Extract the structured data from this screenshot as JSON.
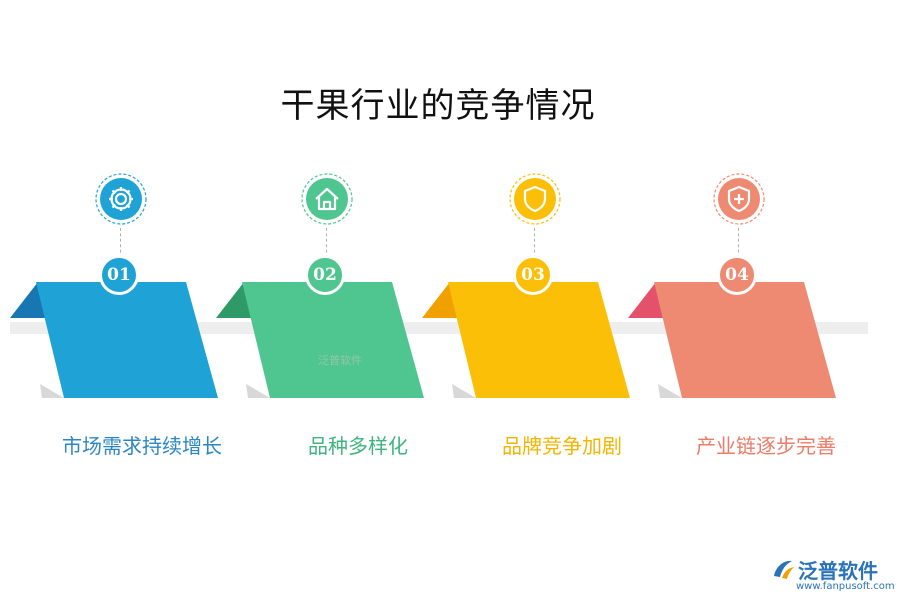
{
  "title": "干果行业的竞争情况",
  "items": [
    {
      "number": "01",
      "label": "市场需求持续增长",
      "icon": "gear-icon",
      "color": "#1fa3d6",
      "dark": "#1876b3",
      "label_color": "#2a86c4"
    },
    {
      "number": "02",
      "label": "品种多样化",
      "icon": "home-icon",
      "color": "#4fc58f",
      "dark": "#2e9a68",
      "label_color": "#3fb47f"
    },
    {
      "number": "03",
      "label": "品牌竞争加剧",
      "icon": "shield-icon",
      "color": "#fcbf08",
      "dark": "#f0a100",
      "label_color": "#f4b400"
    },
    {
      "number": "04",
      "label": "产业链逐步完善",
      "icon": "shield-plus-icon",
      "color": "#ef8a72",
      "dark": "#e3516a",
      "label_color": "#ec7c67"
    }
  ],
  "watermark": "泛普软件",
  "logo": {
    "name": "泛普软件",
    "url": "www.fanpusoft.com"
  }
}
